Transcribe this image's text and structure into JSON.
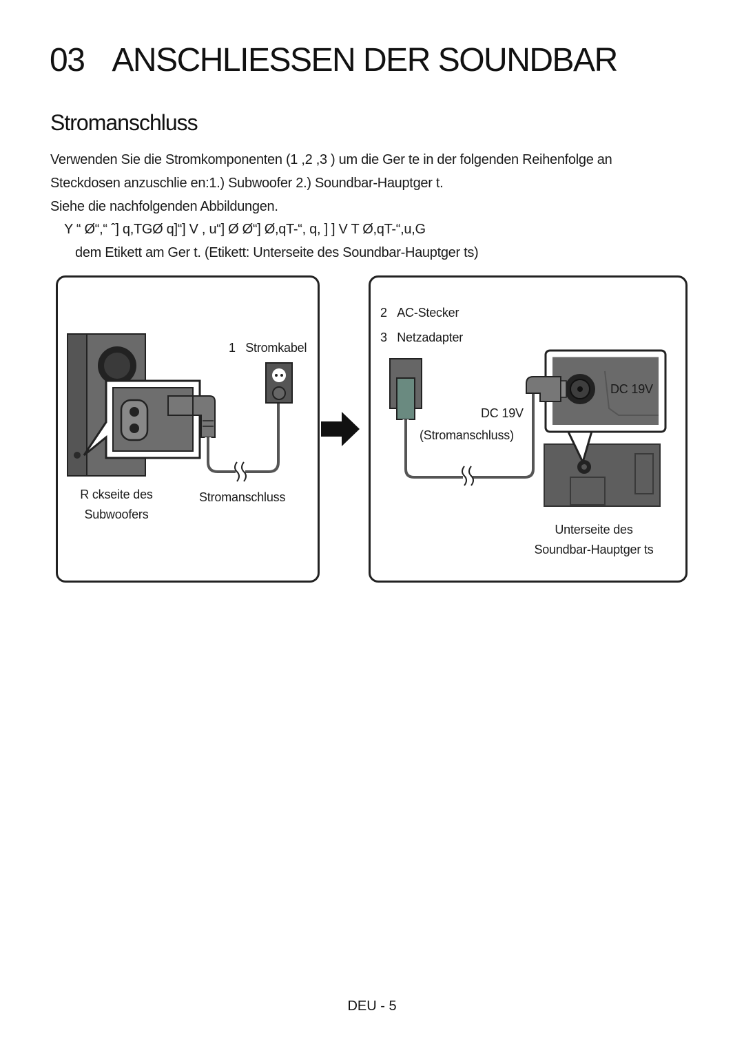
{
  "chapter": {
    "number": "03",
    "title": "ANSCHLIESSEN DER SOUNDBAR"
  },
  "section": {
    "title": "Stromanschluss"
  },
  "body": {
    "line1": "Verwenden Sie die Stromkomponenten (1 ,2 ,3 ) um die Ger te in der folgenden Reihenfolge an",
    "line2": "Steckdosen anzuschlie en:1.) Subwoofer     2.) Soundbar-Hauptger t.",
    "line3": "Siehe die nachfolgenden Abbildungen.",
    "line4": "Y “ Ø“,“ ˆ] q,TGØ q]“] V , u“] Ø  Ø“]  Ø,qT-“, q,  ]    ]  V T  Ø,qT-“,u,G",
    "line5": "dem Etikett am Ger t. (Etikett: Unterseite des Soundbar-Hauptger ts)"
  },
  "diagram_left": {
    "label_power_cable_num": "1",
    "label_power_cable": "Stromkabel",
    "label_back_line1": "R ckseite des",
    "label_back_line2": "Subwoofers",
    "label_power_conn": "Stromanschluss"
  },
  "diagram_right": {
    "label_ac_num": "2",
    "label_ac": "AC-Stecker",
    "label_adapter_num": "3",
    "label_adapter": "Netzadapter",
    "label_dc_plug": "DC 19V",
    "label_power_conn": "(Stromanschluss)",
    "label_dc_port": "DC 19V",
    "label_bottom_line1": "Unterseite des",
    "label_bottom_line2": "Soundbar-Hauptger ts"
  },
  "footer": {
    "page": "DEU - 5"
  }
}
